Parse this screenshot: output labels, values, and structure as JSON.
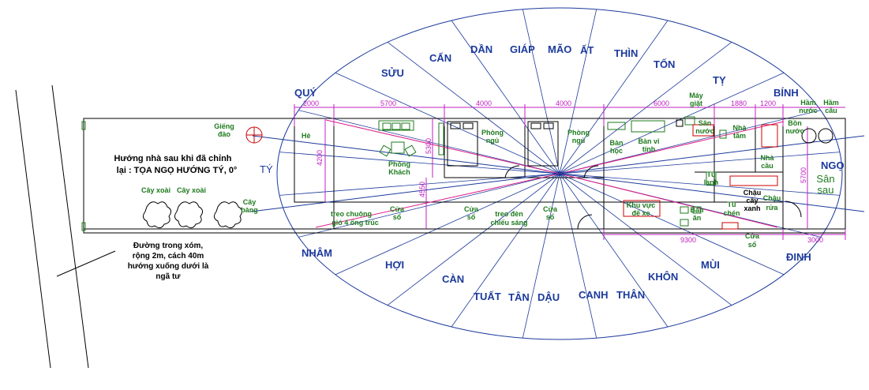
{
  "directions_top": [
    "QUÝ",
    "SỬU",
    "CẤN",
    "DẦN",
    "GIÁP",
    "MÃO",
    "ẤT",
    "THÌN",
    "TỐN",
    "TỴ",
    "BÍNH"
  ],
  "directions_bottom": [
    "NHÂM",
    "HỢI",
    "CÀN",
    "TUẤT",
    "TÂN",
    "DẬU",
    "CANH",
    "THÂN",
    "KHÔN",
    "MÙI",
    "ĐINH"
  ],
  "directions_side": {
    "west": "TÝ",
    "east": "NGỌ"
  },
  "rooms": {
    "gieng_dao": [
      "Giếng",
      "đào"
    ],
    "he": "Hè",
    "phong_khach": [
      "Phòng",
      "Khách"
    ],
    "phong_ngu_1": [
      "Phòng",
      "ngủ"
    ],
    "phong_ngu_2": [
      "Phòng",
      "ngủ"
    ],
    "ban_hoc": [
      "Bàn",
      "học"
    ],
    "ban_vi_tinh": [
      "Bàn vi",
      "tính"
    ],
    "may_giat": [
      "Máy",
      "giặt"
    ],
    "san_nuoc": [
      "Sân",
      "nước"
    ],
    "nha_tam": [
      "Nhà",
      "tắm"
    ],
    "bon_nuoc": [
      "Bồn",
      "nước"
    ],
    "ham_nuoc": [
      "Hầm",
      "nước"
    ],
    "ham_cau": [
      "Hầm",
      "cầu"
    ],
    "nha_cau": [
      "Nhà",
      "cầu"
    ],
    "san_sau": [
      "Sân",
      "sau"
    ],
    "tu_lanh": [
      "Tủ",
      "lạnh"
    ],
    "chau_cay_xanh": [
      "Chậu",
      "cây",
      "xanh"
    ],
    "chau_rua": [
      "Chậu",
      "rửa"
    ],
    "khu_vuc_de_xe": [
      "Khu vực",
      "để xe"
    ],
    "ban_an": [
      "Bàn",
      "ăn"
    ],
    "tu_chen": [
      "Tủ",
      "chén"
    ],
    "cay_bang": [
      "Cây",
      "bàng"
    ],
    "cay_xoai_1": "Cây xoài",
    "cay_xoai_2": "Cây xoài",
    "treo_chuong": [
      "treo chuông",
      "gió 4 ống trúc"
    ],
    "treo_den": [
      "treo đèn",
      "chiếu sáng"
    ],
    "cua_so_1": [
      "Cửa",
      "sổ"
    ],
    "cua_so_2": [
      "Cửa",
      "sổ"
    ],
    "cua_so_3": [
      "Cửa",
      "sổ"
    ],
    "cua_so_4": [
      "Cửa",
      "sổ"
    ]
  },
  "dimensions": {
    "d2000": "2000",
    "d5700": "5700",
    "d4000a": "4000",
    "d4000b": "4000",
    "d6000": "6000",
    "d1880": "1880",
    "d1200": "1200",
    "d4200": "4200",
    "d5300": "5300",
    "d4550": "4550",
    "d5700v": "5700",
    "d9300": "9300",
    "d3000": "3000"
  },
  "notes": {
    "orientation": [
      "Hướng nhà sau khi đã chỉnh",
      "lại : TỌA NGỌ HƯỚNG TÝ, 0°"
    ],
    "road": [
      "Đường trong xóm,",
      "rộng 2m, cách 40m",
      "hướng xuống dưới là",
      "ngã tư"
    ]
  },
  "colors": {
    "direction": "#1c3a9c",
    "room": "#1e7a1e",
    "dimension": "#c020c0",
    "ray": "#1c3a9c",
    "axis": "#e0208a",
    "red": "#cc0000"
  }
}
